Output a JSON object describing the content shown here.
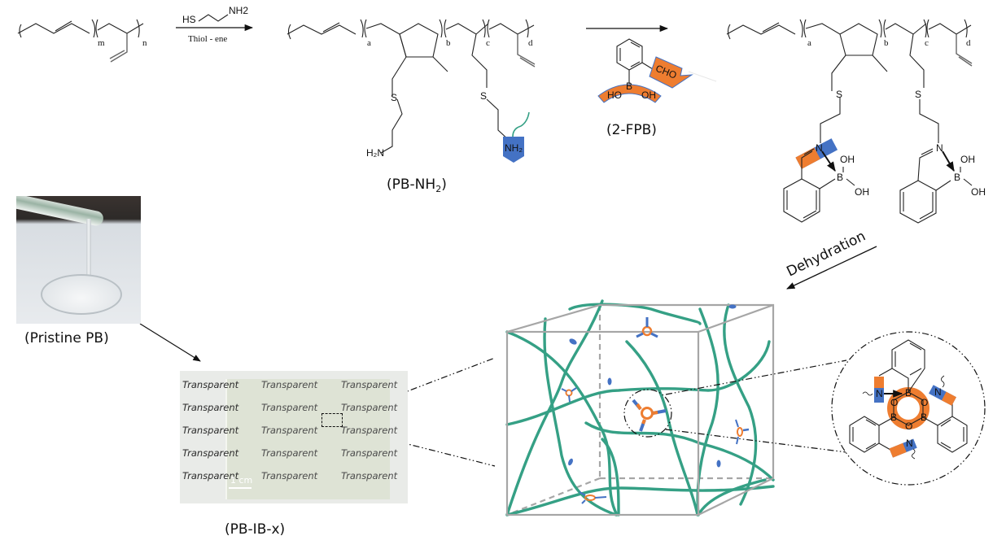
{
  "figure": {
    "title": "Synthesis scheme of PB-IB-x boroxine/imine crosslinked polybutadiene",
    "colors": {
      "chain_green": "#35a085",
      "boroxine_orange": "#ee7d30",
      "imine_blue": "#4472c4",
      "cube_gray": "#a6a6a6",
      "text": "#111111"
    }
  },
  "step1": {
    "polymer": "polybutadiene",
    "subscripts": [
      "m",
      "n"
    ],
    "reagent_atoms": [
      "HS",
      "NH2"
    ],
    "reaction_label": "Thiol - ene"
  },
  "step2": {
    "product_label": "(PB-NH",
    "product_label_sub": "2",
    "product_label_end": ")",
    "subscripts": [
      "a",
      "b",
      "c",
      "d"
    ],
    "atoms": {
      "s1": "S",
      "s2": "S",
      "amine1": "H₂N",
      "amine2": "NH₂"
    }
  },
  "step3": {
    "reagent_label": "(2-FPB)",
    "reagent_groups": {
      "aldehyde": "CHO",
      "boron": "B",
      "oh_left": "HO",
      "oh_right": "OH"
    }
  },
  "step4": {
    "subscripts": [
      "a",
      "b",
      "c",
      "d"
    ],
    "atoms": {
      "s": "S",
      "n": "N",
      "b": "B",
      "oh": "OH"
    }
  },
  "dehydration": {
    "label": "Dehydration"
  },
  "photos": {
    "pristine": {
      "label": "(Pristine PB)"
    },
    "film": {
      "label": "(PB-IB-x)",
      "scale_bar": "1 cm",
      "word": "Transparent",
      "rows": 5,
      "cols": 3
    }
  },
  "network": {
    "description": "3D crosslinked network cube",
    "zoom_atoms": {
      "b": "B",
      "o": "O",
      "n": "N"
    }
  }
}
